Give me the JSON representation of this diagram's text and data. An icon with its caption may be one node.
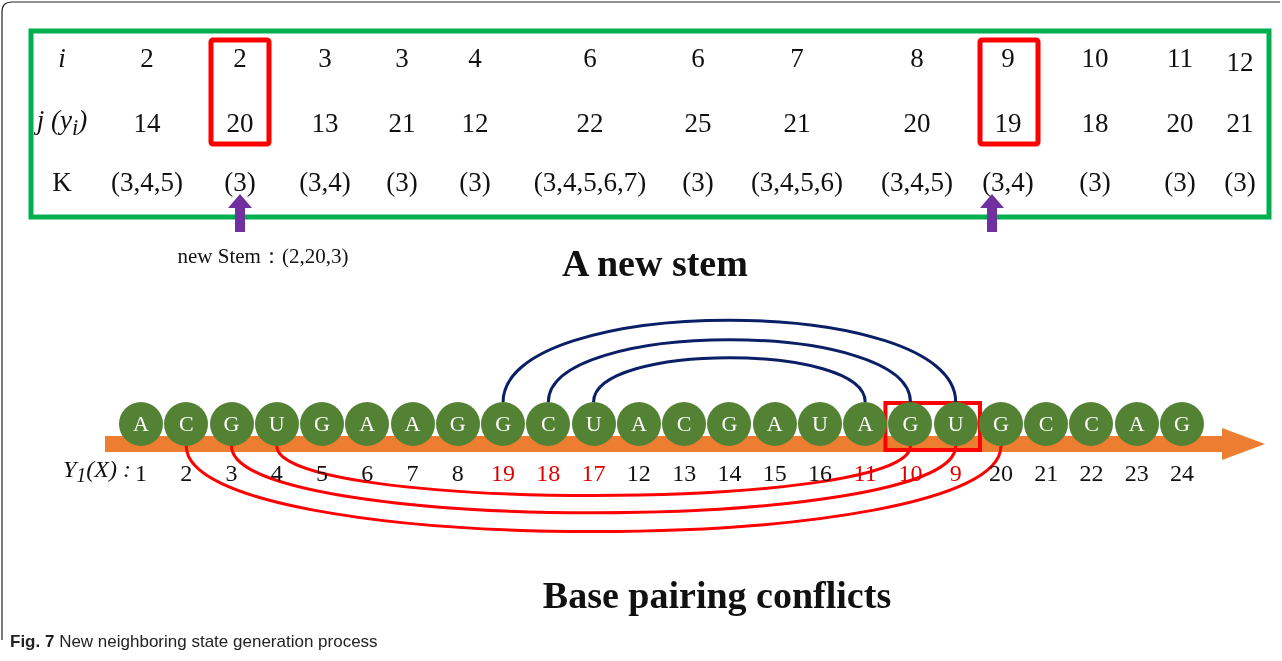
{
  "diagram": {
    "caption": "**Fig. 7** New neighboring state generation process",
    "nodes": [
      {
        "text": [
          "A"
        ]
      },
      {
        "text": [
          "C"
        ]
      },
      {
        "text": [
          "G"
        ]
      },
      {
        "text": [
          "U"
        ]
      },
      {
        "text": [
          "G"
        ]
      },
      {
        "text": [
          "A"
        ]
      },
      {
        "text": [
          "A"
        ]
      },
      {
        "text": [
          "G"
        ]
      },
      {
        "text": [
          "G"
        ]
      },
      {
        "text": [
          "C"
        ]
      },
      {
        "text": [
          "U"
        ]
      },
      {
        "text": [
          "A"
        ]
      },
      {
        "text": [
          "C"
        ]
      },
      {
        "text": [
          "G"
        ]
      },
      {
        "text": [
          "A"
        ]
      },
      {
        "text": [
          "U"
        ]
      },
      {
        "text": [
          "A"
        ]
      },
      {
        "text": [
          "G"
        ]
      },
      {
        "text": [
          "U"
        ]
      },
      {
        "text": [
          "G"
        ]
      },
      {
        "text": [
          "C"
        ]
      },
      {
        "text": [
          "C"
        ]
      },
      {
        "text": [
          "A"
        ]
      },
      {
        "text": [
          "G"
        ]
      }
    ],
    "edges": [
      {
        "from": 8,
        "to": 18,
        "arrow": "none"
      },
      {
        "from": 9,
        "to": 17,
        "arrow": "none"
      },
      {
        "from": 10,
        "to": 16,
        "arrow": "none"
      },
      {
        "from": 1,
        "to": 19,
        "arrow": "none",
        "color": "#ff0000"
      },
      {
        "from": 2,
        "to": 18,
        "arrow": "none",
        "color": "#ff0000"
      },
      {
        "from": 3,
        "to": 17,
        "arrow": "none",
        "color": "#ff0000"
      }
    ],
    "labels": [
      "i",
      "2",
      "2",
      "3",
      "3",
      "4",
      "6",
      "6",
      "7",
      "8",
      "9",
      "10",
      "11",
      "12",
      "j (y$_{i}$)",
      "14",
      "20",
      "13",
      "21",
      "12",
      "22",
      "25",
      "21",
      "20",
      "19",
      "18",
      "20",
      "21",
      "K",
      "(3,4,5)",
      "(3)",
      "(3,4)",
      "(3)",
      "(3)",
      "(3,4,5,6,7)",
      "(3)",
      "(3,4,5,6)",
      "(3,4,5)",
      "(3,4)",
      "(3)",
      "(3)",
      "(3)",
      "new Stem：(2,20,3)",
      "A new stem",
      "Y$_{1}$(X) :",
      "1",
      "2",
      "3",
      "4",
      "5",
      "6",
      "7",
      "8",
      "19",
      "18",
      "17",
      "12",
      "13",
      "14",
      "15",
      "16",
      "11",
      "10",
      "9",
      "20",
      "21",
      "22",
      "23",
      "24",
      "Base pairing conflicts"
    ]
  }
}
